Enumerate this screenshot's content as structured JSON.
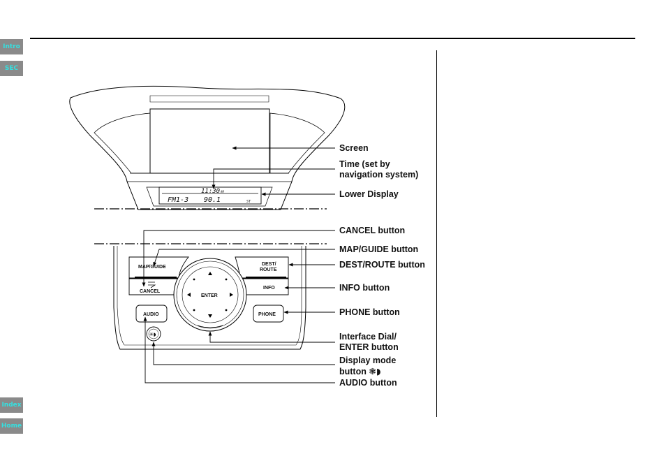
{
  "sidebar": {
    "intro": "Intro",
    "sec": "SEC",
    "index": "Index",
    "home": "Home"
  },
  "lcd": {
    "time": "11:30",
    "time_suffix": "AM",
    "band": "FM1-3",
    "frequency": "90.1",
    "indicator": "ST"
  },
  "panel": {
    "map_guide": "MAP/GUIDE",
    "cancel": "CANCEL",
    "dest": "DEST/",
    "route": "ROUTE",
    "info": "INFO",
    "enter": "ENTER",
    "audio": "AUDIO",
    "phone": "PHONE"
  },
  "callouts": {
    "screen": "Screen",
    "time_line1": "Time (set by",
    "time_line2": "navigation system)",
    "lower_display": "Lower Display",
    "cancel_button": "CANCEL button",
    "map_guide_button": "MAP/GUIDE button",
    "dest_route_button": "DEST/ROUTE button",
    "info_button": "INFO button",
    "phone_button": "PHONE button",
    "dial_line1": "Interface Dial/",
    "dial_line2": "ENTER button",
    "display_mode_line1": "Display mode",
    "display_mode_line2": "button",
    "audio_button": "AUDIO button"
  }
}
